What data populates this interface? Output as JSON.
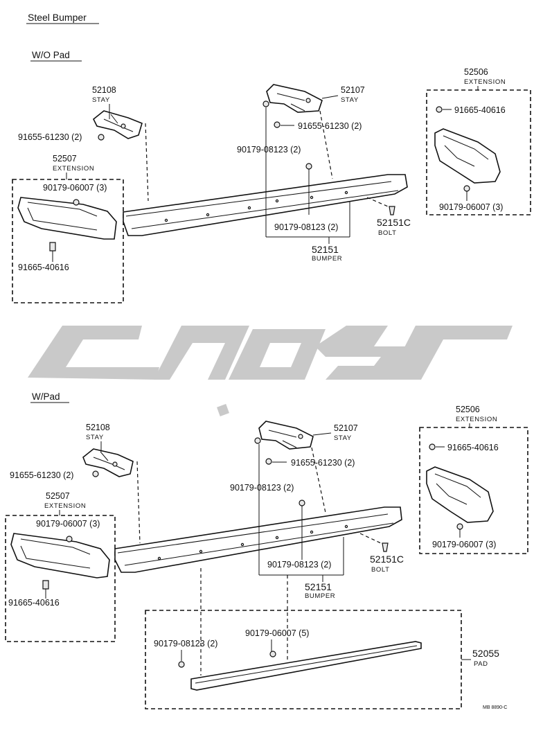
{
  "title": "Steel Bumper",
  "sections": {
    "top": {
      "heading": "W/O Pad",
      "labels": {
        "stay_left_no": "52108",
        "stay_left_name": "STAY",
        "bolt_left": "91655-61230 (2)",
        "ext_left_no": "52507",
        "ext_left_name": "EXTENSION",
        "nut_ext_left": "90179-06007 (3)",
        "bolt_ext_left": "91665-40616",
        "stay_right_no": "52107",
        "stay_right_name": "STAY",
        "bolt_right": "91655-61230 (2)",
        "nut_a": "90179-08123 (2)",
        "nut_b": "90179-08123 (2)",
        "bolt_no": "52151C",
        "bolt_name": "BOLT",
        "bumper_no": "52151",
        "bumper_name": "BUMPER",
        "ext_right_no": "52506",
        "ext_right_name": "EXTENSION",
        "bolt_ext_right": "91665-40616",
        "nut_ext_right": "90179-06007 (3)"
      }
    },
    "bottom": {
      "heading": "W/Pad",
      "labels": {
        "stay_left_no": "52108",
        "stay_left_name": "STAY",
        "bolt_left": "91655-61230 (2)",
        "ext_left_no": "52507",
        "ext_left_name": "EXTENSION",
        "nut_ext_left": "90179-06007 (3)",
        "bolt_ext_left": "91665-40616",
        "stay_right_no": "52107",
        "stay_right_name": "STAY",
        "bolt_right": "91655-61230 (2)",
        "nut_a": "90179-08123 (2)",
        "nut_b": "90179-08123 (2)",
        "bolt_no": "52151C",
        "bolt_name": "BOLT",
        "bumper_no": "52151",
        "bumper_name": "BUMPER",
        "ext_right_no": "52506",
        "ext_right_name": "EXTENSION",
        "bolt_ext_right": "91665-40616",
        "nut_ext_right": "90179-06007 (3)",
        "pad_nut_a": "90179-08123 (2)",
        "pad_nut_b": "90179-06007 (5)",
        "pad_no": "52055",
        "pad_name": "PAD"
      }
    }
  },
  "footer_code": "MB 8890-C",
  "colors": {
    "ink": "#111111",
    "watermark": "#c9c9c9"
  }
}
